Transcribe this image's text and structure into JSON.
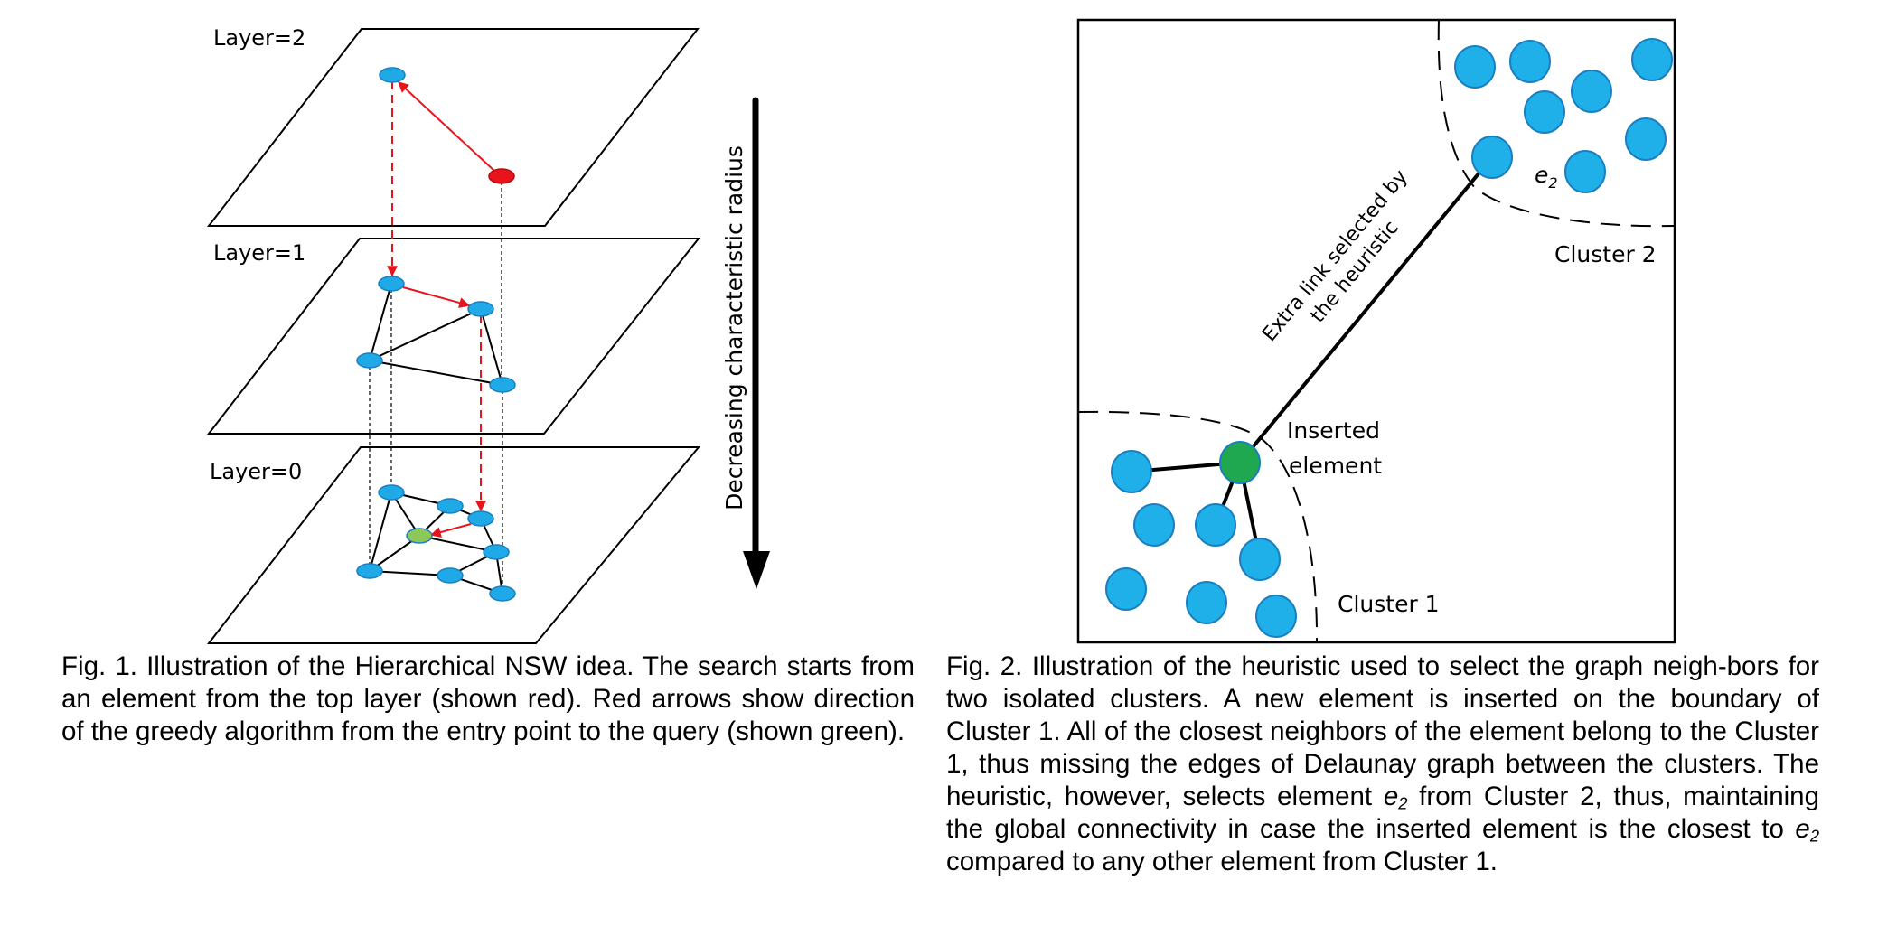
{
  "figure1": {
    "layers": [
      {
        "label": "Layer=2",
        "level": 2
      },
      {
        "label": "Layer=1",
        "level": 1
      },
      {
        "label": "Layer=0",
        "level": 0
      }
    ],
    "arrow_label": "Decreasing characteristic radius",
    "caption": "Fig. 1. Illustration of the Hierarchical NSW idea. The search starts from an element from the top layer (shown red). Red arrows show direction of the greedy algorithm from the entry point to the query (shown green).",
    "colors": {
      "node": "#1fa9e6",
      "node_stroke": "#1a7fc0",
      "entry_point": "#e8141c",
      "query": "#8fc85a",
      "path": "#e8141c"
    }
  },
  "figure2": {
    "link_label_line1": "Extra link selected by",
    "link_label_line2": "the heuristic",
    "inserted_label_line1": "Inserted",
    "inserted_label_line2": "element",
    "cluster1_label": "Cluster 1",
    "cluster2_label": "Cluster 2",
    "e2_label": "e",
    "e2_subscript": "2",
    "caption_parts": {
      "before_e2_first": "Fig. 2. Illustration of the heuristic used to select the graph neigh-bors for two isolated clusters. A new element is inserted on the boundary of Cluster 1. All of the closest neighbors of the element belong to the Cluster 1, thus missing the edges of Delaunay graph between the clusters. The heuristic, however, selects element ",
      "between_e2": " from Cluster 2, thus, maintaining the global connectivity in case the inserted element is the closest to ",
      "after_e2_second": " compared to any other element from Cluster 1.",
      "e2_base": "e",
      "e2_sub": "2"
    },
    "colors": {
      "node": "#1fb0ea",
      "node_stroke": "#1a7fc0",
      "inserted": "#1fa84f"
    }
  }
}
